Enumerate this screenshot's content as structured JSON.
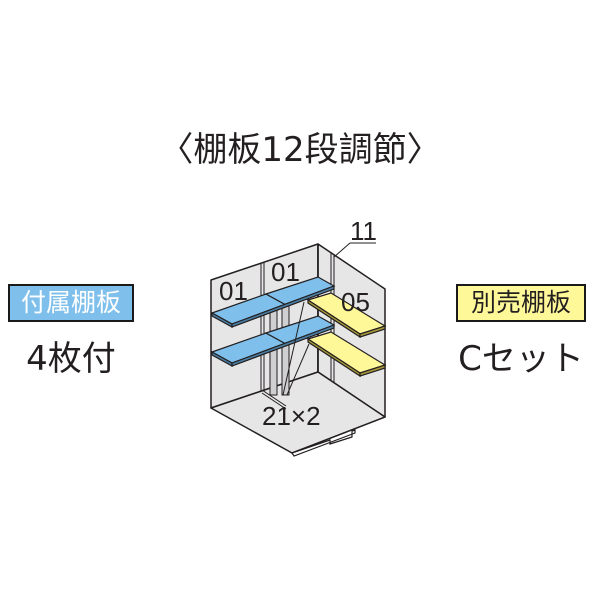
{
  "title": "〈棚板12段調節〉",
  "left_panel": {
    "badge_label": "付属棚板",
    "badge_color": "#7fbfeb",
    "count_text": "4枚付"
  },
  "right_panel": {
    "badge_label": "別売棚板",
    "badge_color": "#fff899",
    "set_text": "Cセット"
  },
  "diagram": {
    "labels": {
      "shelf_a": "01",
      "shelf_b": "01",
      "shelf_c": "05",
      "corner_post": "11",
      "pillars": "21×2"
    },
    "colors": {
      "wall": "#e6e6e7",
      "outline": "#231f20",
      "included_shelf": "#7fbfeb",
      "optional_shelf": "#fff899"
    }
  }
}
